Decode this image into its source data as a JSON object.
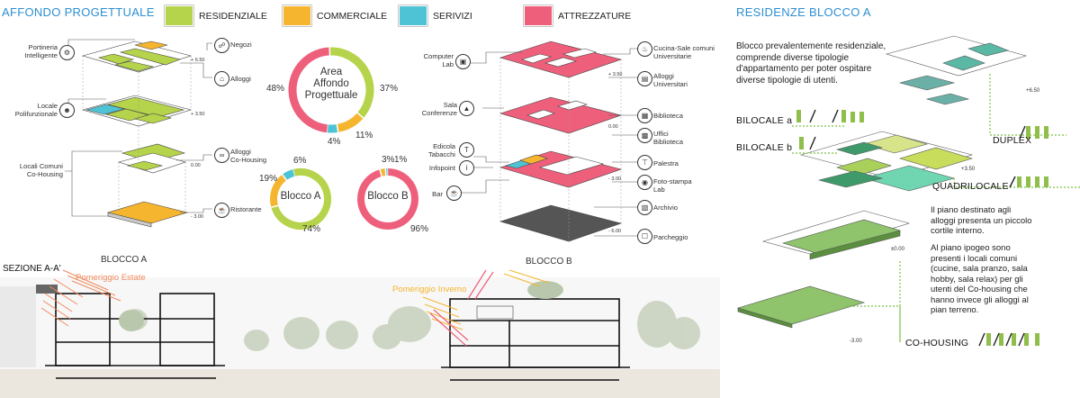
{
  "left_title": "AFFONDO PROGETTUALE",
  "right_title": "RESIDENZE BLOCCO A",
  "legend": [
    {
      "label": "RESIDENZIALE",
      "color": "#b5d34b"
    },
    {
      "label": "COMMERCIALE",
      "color": "#f5b52e"
    },
    {
      "label": "SERIVIZI",
      "color": "#4fc3d6"
    },
    {
      "label": "ATTREZZATURE",
      "color": "#ee5f7b"
    }
  ],
  "blocco_a_labels": {
    "portineria": "Portineria\nIntelligente",
    "locale": "Locale\nPolifunzionale",
    "locali_comuni": "Locali Comuni\nCo-Housing",
    "negozi": "Negozi",
    "alloggi": "Alloggi",
    "alloggi_co": "Alloggi\nCo-Housing",
    "ristorante": "Ristorante",
    "lv1": "+ 6.50",
    "lv2": "+ 3.50",
    "lv3": "0.00",
    "lv4": "- 3.00",
    "caption": "BLOCCO A"
  },
  "blocco_b_labels": {
    "computer": "Computer\nLab",
    "sala": "Sala\nConferenze",
    "edicola": "Edicola\nTabacchi",
    "infopoint": "Infopoint",
    "bar": "Bar",
    "cucina": "Cucina-Sale comuni\nUniversitarie",
    "alloggi_u": "Alloggi\nUniversitari",
    "biblioteca": "Biblioteca",
    "uffici": "Uffici\nBiblioteca",
    "palestra": "Palestra",
    "foto": "Foto-stampa\nLab",
    "archivio": "Archivio",
    "parcheggio": "Parcheggio",
    "lv1": "+ 3.50",
    "lv2": "0.00",
    "lv3": "- 3.00",
    "lv4": "- 6.00",
    "caption": "BLOCCO B"
  },
  "chart_data": [
    {
      "type": "pie",
      "title": "Area\nAffondo\nProgettuale",
      "slices": [
        {
          "label": "48%",
          "value": 48,
          "color": "#ee5f7b"
        },
        {
          "label": "37%",
          "value": 37,
          "color": "#b5d34b"
        },
        {
          "label": "11%",
          "value": 11,
          "color": "#f5b52e"
        },
        {
          "label": "4%",
          "value": 4,
          "color": "#4fc3d6"
        }
      ]
    },
    {
      "type": "pie",
      "title": "Blocco A",
      "slices": [
        {
          "label": "74%",
          "value": 74,
          "color": "#b5d34b"
        },
        {
          "label": "19%",
          "value": 19,
          "color": "#f5b52e"
        },
        {
          "label": "6%",
          "value": 6,
          "color": "#4fc3d6"
        }
      ]
    },
    {
      "type": "pie",
      "title": "Blocco B",
      "slices": [
        {
          "label": "96%",
          "value": 96,
          "color": "#ee5f7b"
        },
        {
          "label": "3%",
          "value": 3,
          "color": "#f5b52e"
        },
        {
          "label": "1%",
          "value": 1,
          "color": "#4fc3d6"
        }
      ]
    }
  ],
  "section": {
    "title": "SEZIONE A-A'",
    "summer": "Pomeriggio Estate",
    "winter": "Pomeriggio Inverno"
  },
  "right": {
    "description": "Blocco prevalentemente residenziale,\ncomprende diverse tipologie\nd'appartamento per poter ospitare\ndiverse tipologie di utenti.",
    "bilocale_a": "BILOCALE a",
    "bilocale_b": "BILOCALE b",
    "duplex": "DUPLEX",
    "quadrilocale": "QUADRILOCALE",
    "co_housing": "CO-HOUSING",
    "note1": "Il piano destinato agli\nalloggi presenta un piccolo\ncortile interno.",
    "note2": "Al piano ipogeo sono\npresenti i locali comuni\n(cucine, sala pranzo, sala\nhobby, sala relax) per gli\nutenti del Co-housing che\nhanno invece gli alloggi al\npian terreno.",
    "lv1": "+6.50",
    "lv2": "+3.50",
    "lv3": "±0.00",
    "lv4": "-3.00"
  }
}
